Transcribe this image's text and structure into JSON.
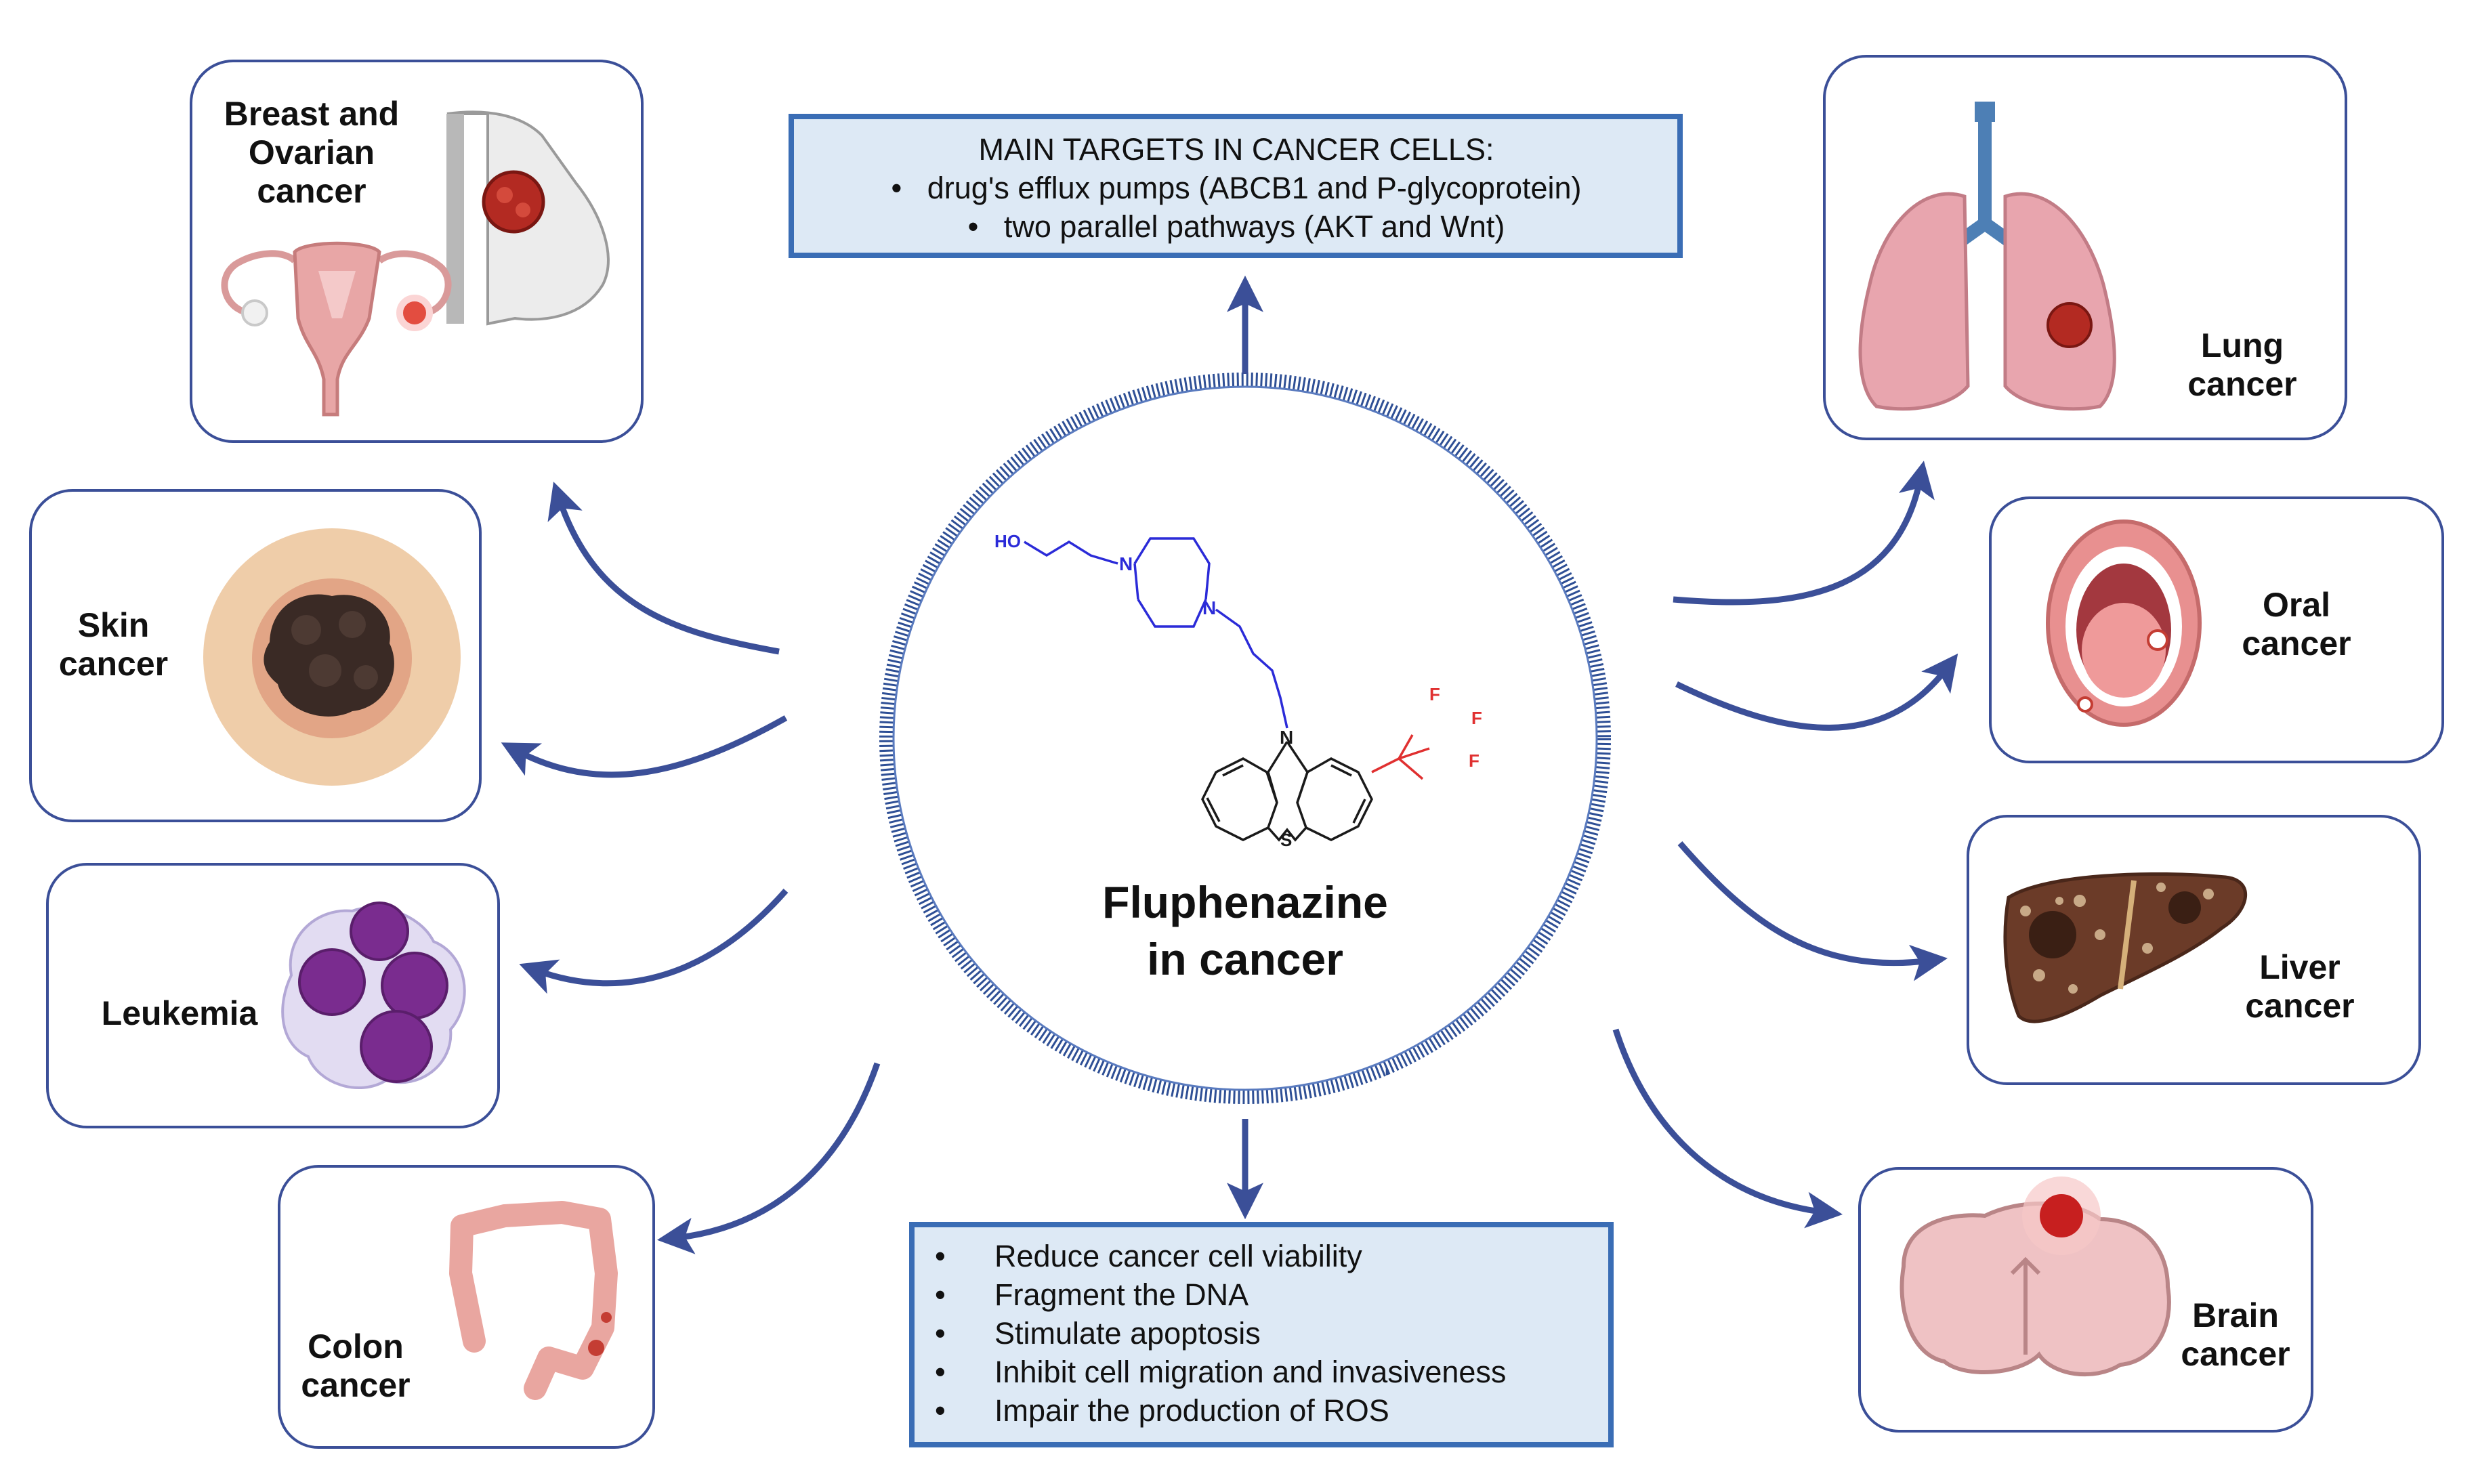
{
  "center": {
    "title_line1": "Fluphenazine",
    "title_line2": "in cancer"
  },
  "molecule": {
    "labels": {
      "ho": "HO",
      "n_piperazine_1": "N",
      "n_piperazine_2": "N",
      "n_phenothiazine": "N",
      "s": "S",
      "f1": "F",
      "f2": "F",
      "f3": "F"
    },
    "colors": {
      "chain": "#2b2bd8",
      "cf3": "#e03030",
      "core": "#1a1a1a"
    }
  },
  "targets_box": {
    "heading": "MAIN TARGETS IN CANCER CELLS:",
    "items": [
      "drug's efflux pumps (ABCB1 and P-glycoprotein)",
      "two parallel pathways (AKT and Wnt)"
    ]
  },
  "effects_box": {
    "items": [
      "Reduce cancer cell viability",
      "Fragment the DNA",
      "Stimulate apoptosis",
      "Inhibit cell migration and invasiveness",
      "Impair the production of ROS"
    ]
  },
  "bullet": "•",
  "cards": {
    "breast_ovarian": {
      "line1": "Breast and",
      "line2": "Ovarian",
      "line3": "cancer",
      "icon": "breast-ovary-icon"
    },
    "skin": {
      "line1": "Skin",
      "line2": "cancer",
      "icon": "skin-lesion-icon"
    },
    "leukemia": {
      "line1": "Leukemia",
      "icon": "blood-cells-icon"
    },
    "colon": {
      "line1": "Colon",
      "line2": "cancer",
      "icon": "colon-icon"
    },
    "lung": {
      "line1": "Lung",
      "line2": "cancer",
      "icon": "lungs-icon"
    },
    "oral": {
      "line1": "Oral",
      "line2": "cancer",
      "icon": "mouth-icon"
    },
    "liver": {
      "line1": "Liver",
      "line2": "cancer",
      "icon": "liver-icon"
    },
    "brain": {
      "line1": "Brain",
      "line2": "cancer",
      "icon": "brain-icon"
    }
  },
  "colors": {
    "card_border": "#3b4f98",
    "box_fill": "#dde9f5",
    "box_border": "#3a6db5",
    "arrow": "#3b4f98",
    "ring": "#2e4f95"
  }
}
